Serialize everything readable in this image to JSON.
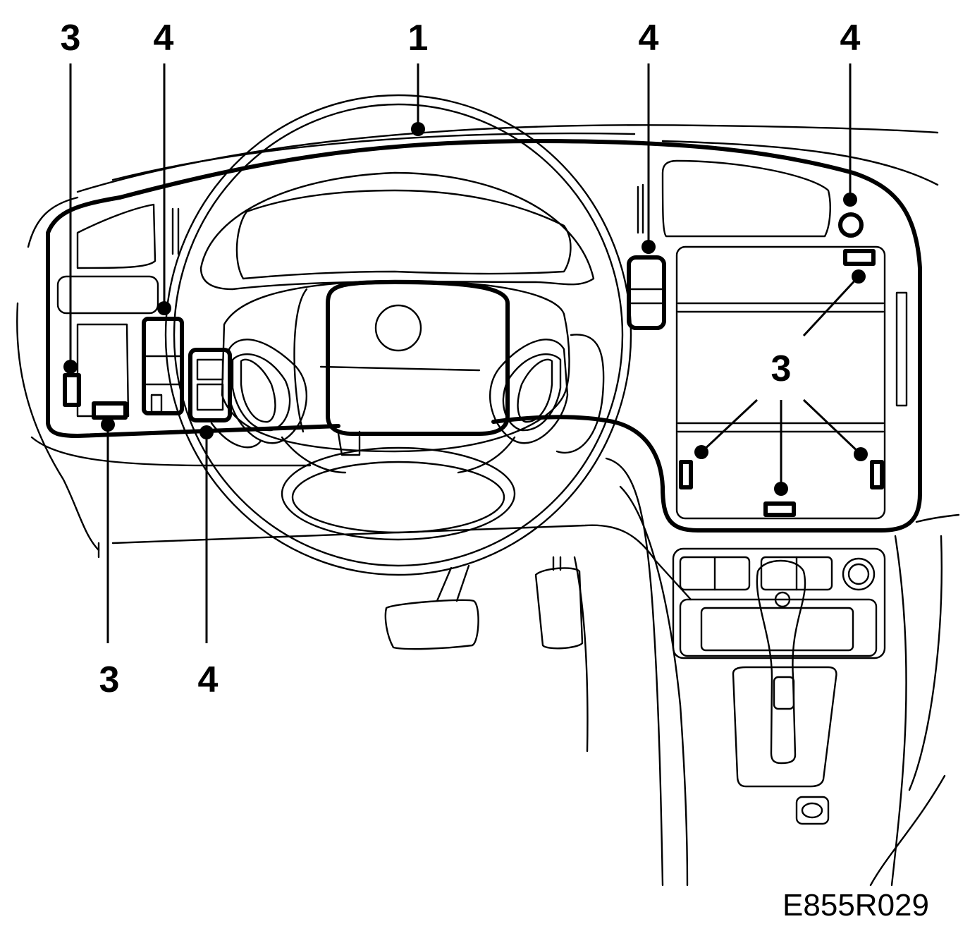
{
  "callouts": {
    "label_1": "1",
    "label_3": "3",
    "label_4": "4"
  },
  "figure_code": "E855R029"
}
